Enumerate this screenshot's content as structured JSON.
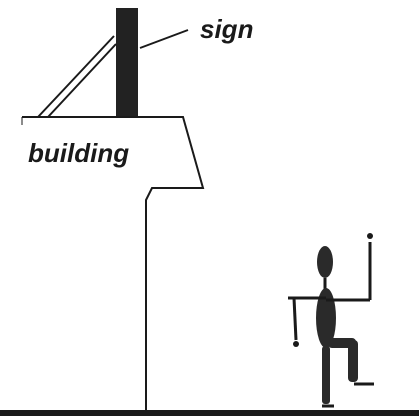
{
  "labels": {
    "sign": "sign",
    "building": "building"
  },
  "colors": {
    "ink": "#1a1a1a",
    "sign_fill": "#222222",
    "background": "#ffffff"
  },
  "figure": {
    "description_icons": [
      "sign-shape",
      "building-outline",
      "person-figure",
      "ground-line"
    ]
  }
}
